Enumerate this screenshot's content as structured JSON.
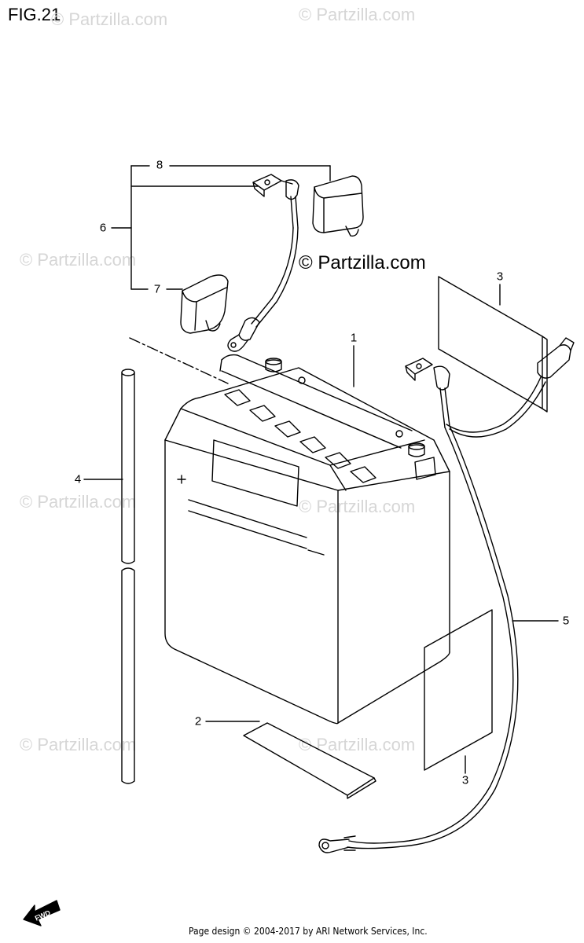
{
  "figure": {
    "title": "FIG.21"
  },
  "watermark": {
    "text": "© Partzilla.com"
  },
  "callouts": [
    {
      "number": "1",
      "id": "battery"
    },
    {
      "number": "2",
      "id": "pad-bottom"
    },
    {
      "number": "3",
      "id": "sheet-right-top"
    },
    {
      "number": "3",
      "id": "sheet-right-bottom"
    },
    {
      "number": "4",
      "id": "breather-hose"
    },
    {
      "number": "5",
      "id": "negative-cable"
    },
    {
      "number": "6",
      "id": "positive-lead-group"
    },
    {
      "number": "7",
      "id": "terminal-cover"
    },
    {
      "number": "8",
      "id": "starter-relay-cover"
    }
  ],
  "fwd_label": "FWD",
  "footer": {
    "text": "Page design © 2004-2017 by ARI Network Services, Inc."
  }
}
